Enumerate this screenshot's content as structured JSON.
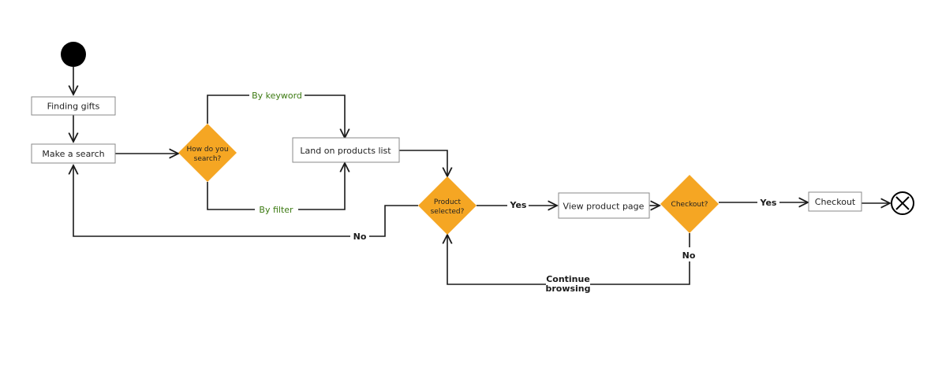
{
  "colors": {
    "decision_fill": "#f5a623",
    "start_fill": "#000000",
    "edge": "#1a1a1a",
    "box_stroke": "#8a8a8a",
    "branch_label": "#3c7a12"
  },
  "nodes": {
    "finding_gifts": "Finding gifts",
    "make_search": "Make a search",
    "how_search_line1": "How do you",
    "how_search_line2": "search?",
    "land_products_list": "Land on products list",
    "product_selected_line1": "Product",
    "product_selected_line2": "selected?",
    "view_product_page": "View product page",
    "checkout_decision": "Checkout?",
    "checkout": "Checkout"
  },
  "edges": {
    "by_keyword": "By keyword",
    "by_filter": "By filter",
    "no_back_to_search": "No",
    "yes_to_product_page": "Yes",
    "yes_to_checkout": "Yes",
    "no_checkout": "No",
    "continue_line1": "Continue",
    "continue_line2": "browsing"
  }
}
